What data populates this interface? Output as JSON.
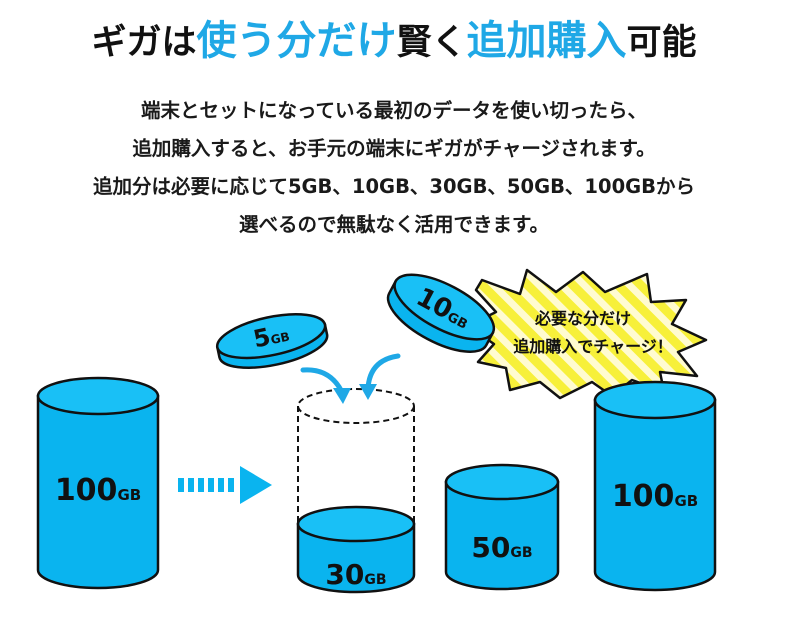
{
  "headline": {
    "part1": "ギガは",
    "part2": "使う分だけ",
    "part3": "賢く",
    "part4": "追加購入",
    "part5": "可能"
  },
  "description": [
    "端末とセットになっている最初のデータを使い切ったら、",
    "追加購入すると、お手元の端末にギガがチャージされます。",
    "追加分は必要に応じて5GB、10GB、30GB、50GB、100GBから",
    "選べるので無駄なく活用できます。"
  ],
  "cylinders": {
    "left": {
      "num": "100",
      "unit": "GB"
    },
    "middle": {
      "num": "30",
      "unit": "GB"
    },
    "fifty": {
      "num": "50",
      "unit": "GB"
    },
    "right": {
      "num": "100",
      "unit": "GB"
    }
  },
  "coins": {
    "small": {
      "num": "5",
      "unit": "GB"
    },
    "large": {
      "num": "10",
      "unit": "GB"
    }
  },
  "burst": {
    "line1": "必要な分だけ",
    "line2": "追加購入でチャージ！"
  },
  "colors": {
    "cyan": "#0ab4ef",
    "cyan_top": "#19c0f6",
    "outline": "#111111",
    "burst_yellow": "#f7f03a",
    "headline_blue": "#1fa8e6"
  }
}
